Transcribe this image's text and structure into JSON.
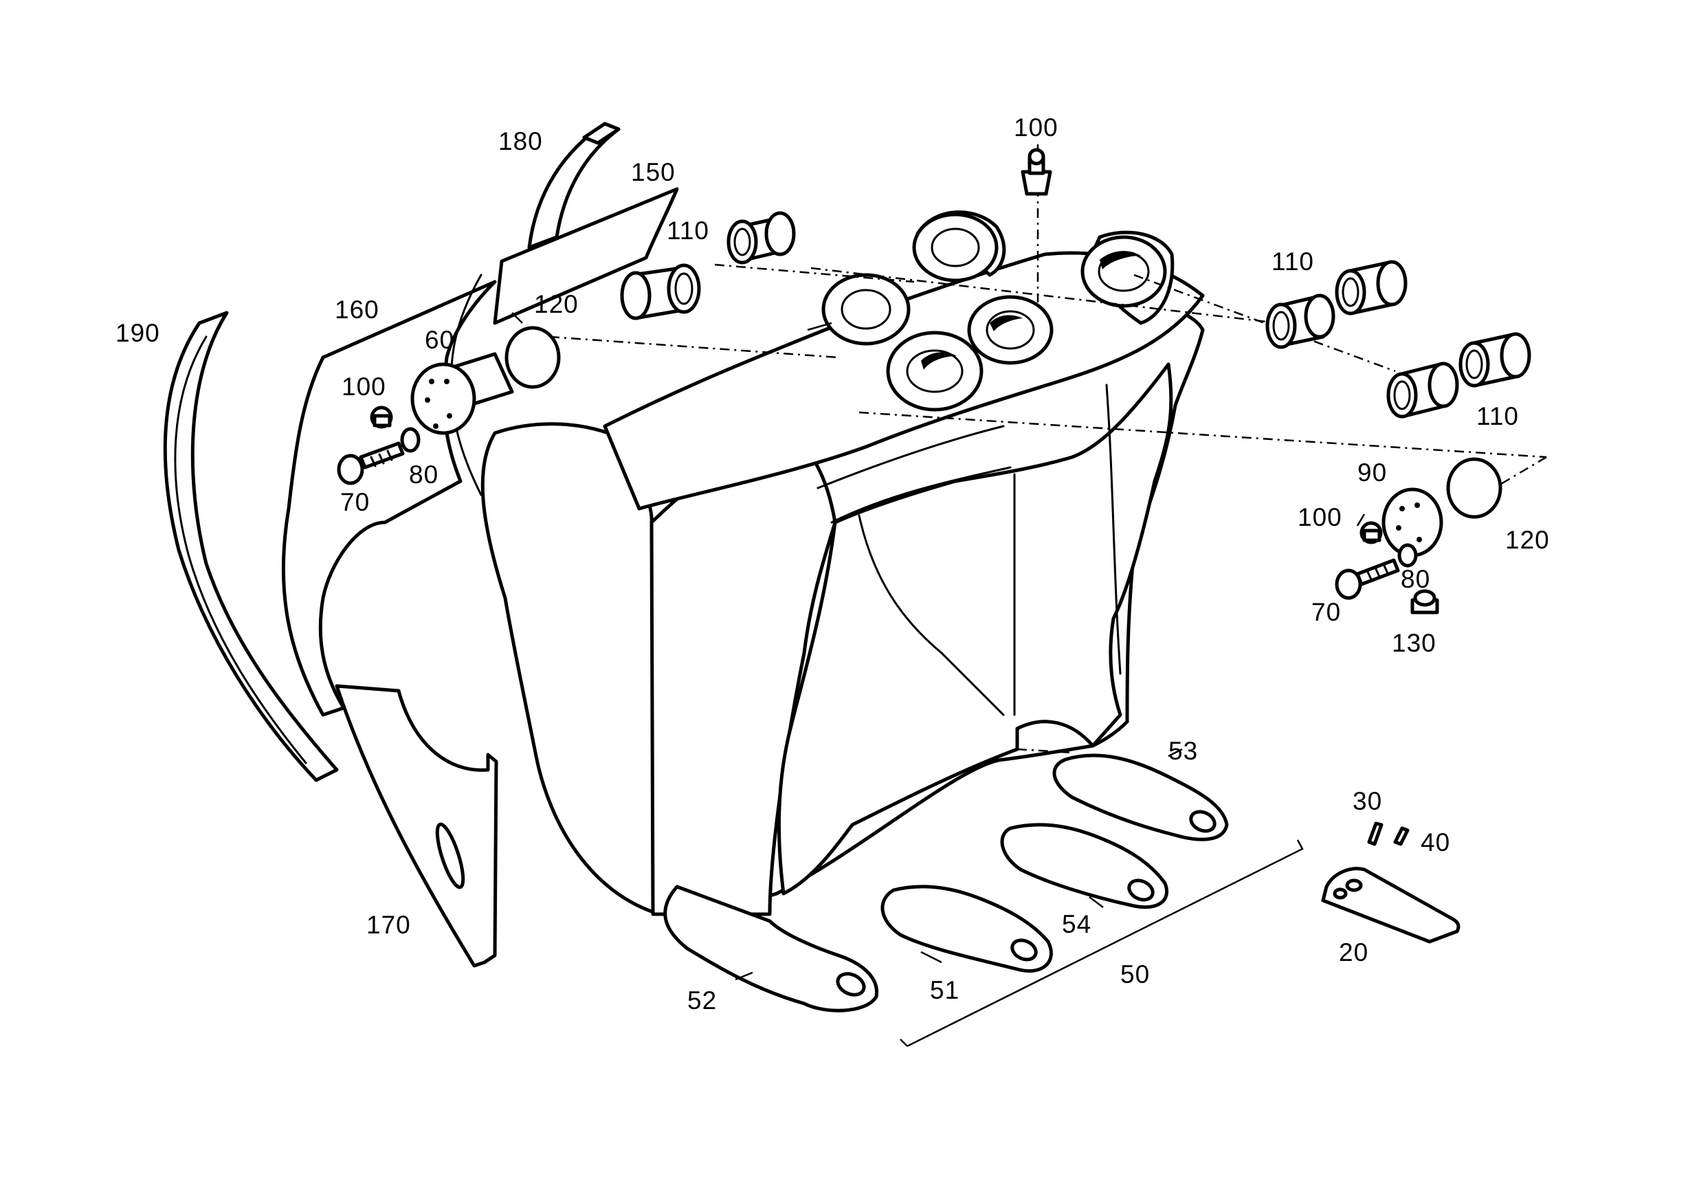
{
  "figure": {
    "type": "exploded-parts-diagram",
    "labels": {
      "p180": "180",
      "p150": "150",
      "p110_a": "110",
      "p100_top": "100",
      "p110_b": "110",
      "p110_c": "110",
      "p190": "190",
      "p160": "160",
      "p120_a": "120",
      "p60": "60",
      "p100_left": "100",
      "p80_left": "80",
      "p70_left": "70",
      "p90": "90",
      "p100_right": "100",
      "p120_b": "120",
      "p80_right": "80",
      "p70_right": "70",
      "p130": "130",
      "p53": "53",
      "p30": "30",
      "p40": "40",
      "p54": "54",
      "p170": "170",
      "p50": "50",
      "p20": "20",
      "p51": "51",
      "p52": "52"
    }
  }
}
